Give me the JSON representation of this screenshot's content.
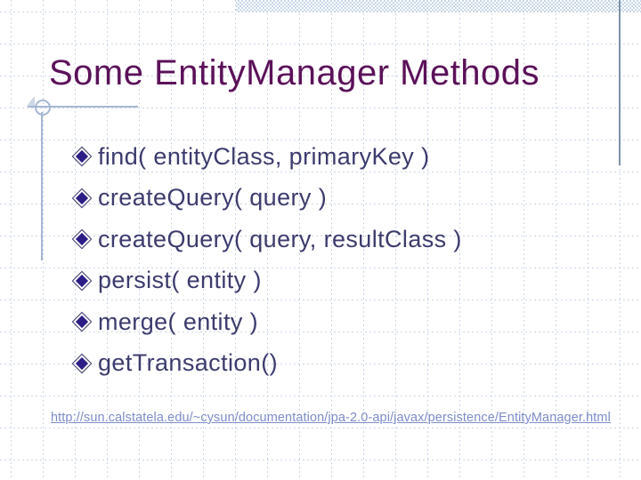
{
  "slide": {
    "title": "Some EntityManager Methods",
    "bullets": [
      "find( entityClass, primaryKey )",
      "createQuery( query )",
      "createQuery( query, resultClass )",
      "persist( entity )",
      "merge( entity )",
      "getTransaction()"
    ],
    "link": "http://sun.calstatela.edu/~cysun/documentation/jpa-2.0-api/javax/persistence/EntityManager.html"
  },
  "colors": {
    "title": "#5b1159",
    "bullet_text": "#3c3b6e",
    "diamond_fill": "#2d1d86",
    "diamond_outline": "#3c3b6e",
    "link": "#7e8cc8",
    "grid_line": "#ccd6e6",
    "band": "#c9d7ea",
    "accent_line": "#7b93ac",
    "ornament": "#a6b7d2"
  }
}
